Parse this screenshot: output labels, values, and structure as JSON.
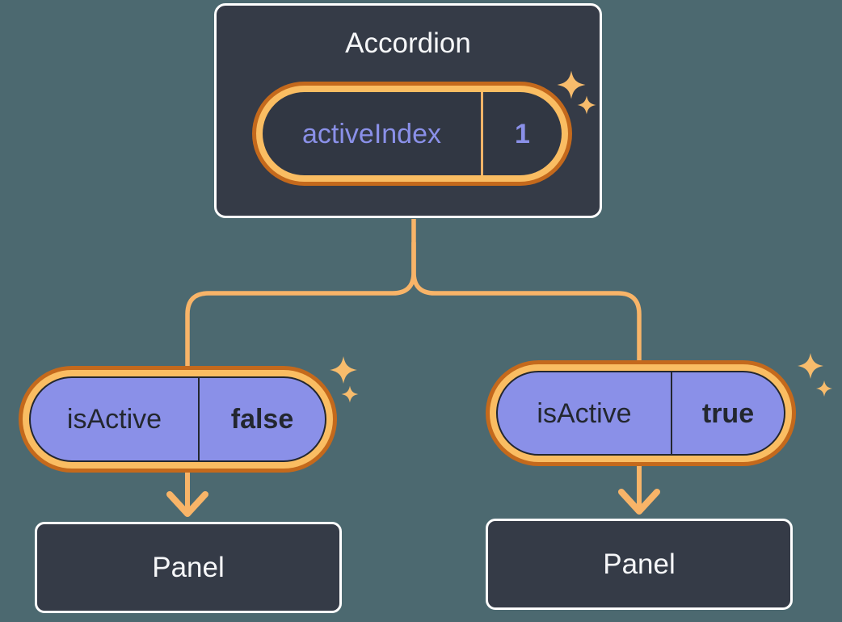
{
  "diagram": {
    "root": {
      "title": "Accordion",
      "state_name": "activeIndex",
      "state_value": "1"
    },
    "children": [
      {
        "state_name": "isActive",
        "state_value": "false",
        "panel_label": "Panel"
      },
      {
        "state_name": "isActive",
        "state_value": "true",
        "panel_label": "Panel"
      }
    ]
  },
  "icons": {
    "sparkle": "✦",
    "arrow_down": "↓"
  },
  "colors": {
    "background": "#4C6970",
    "card": "#353B47",
    "pill_interior": "#313743",
    "ring_dark": "#C4691C",
    "ring_light": "#FABD62",
    "line": "#F8B468",
    "purple": "#8A90E8",
    "dark_text": "#23272F",
    "white_text": "#F6F7F9",
    "sparkle": "#F8BC6C"
  }
}
